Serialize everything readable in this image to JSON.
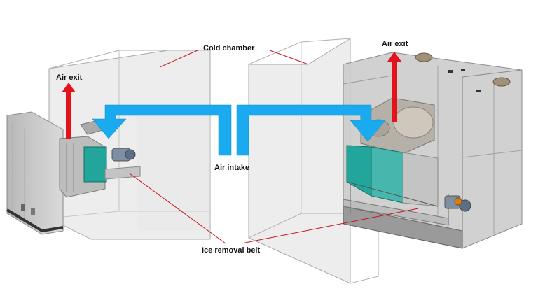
{
  "labels": {
    "cold_chamber": "Cold chamber",
    "air_exit_left": "Air exit",
    "air_exit_right": "Air exit",
    "air_intake": "Air intake",
    "ice_removal_belt": "Ice removal belt"
  },
  "colors": {
    "airflow": "#19aaf0",
    "air_exit_arrow": "#e3121b",
    "leader_line": "#c8141c",
    "chamber": "#d0d0d0",
    "cabinet": "#c9c9c9",
    "coil": "#22a59a"
  }
}
